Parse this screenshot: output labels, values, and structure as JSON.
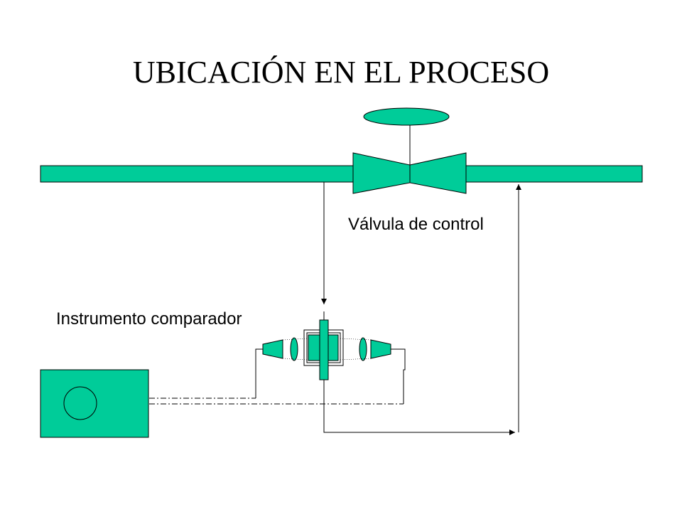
{
  "title": "UBICACIÓN EN EL PROCESO",
  "labels": {
    "valve": "Válvula de control",
    "instrument": "Instrumento comparador"
  },
  "colors": {
    "fill": "#00CC99",
    "line": "#000000",
    "background": "#FFFFFF"
  }
}
